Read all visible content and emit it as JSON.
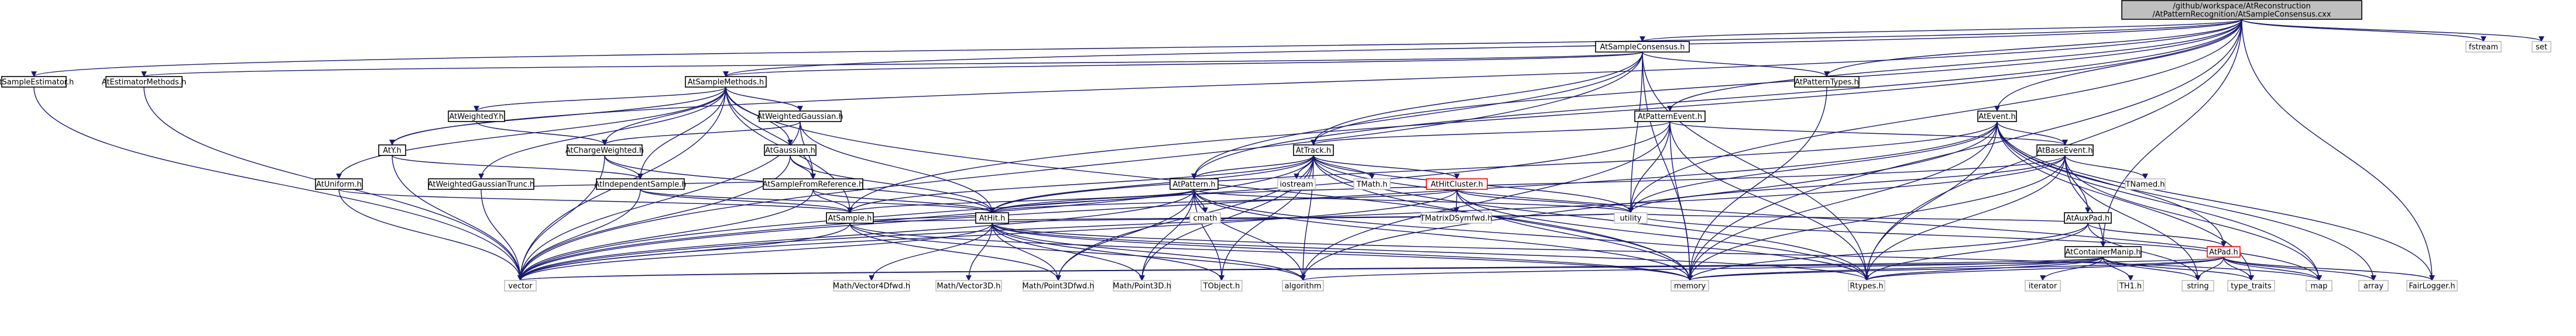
{
  "diagram": {
    "type": "include-dependency-graph",
    "colors": {
      "edge": "#191970",
      "node_border": "#000000",
      "node_fill": "#ffffff",
      "root_fill": "#bfbfbf",
      "highlight_border": "#ff0000",
      "external_border": "#bfbfbf",
      "text": "#000000"
    },
    "nodes": [
      {
        "id": "root",
        "label": "/github/workspace/AtReconstruction\n/AtPatternRecognition/AtSampleConsensus.cxx",
        "style": "root"
      },
      {
        "id": "AtSampleEstimator",
        "label": "AtSampleEstimator.h",
        "style": "normal"
      },
      {
        "id": "AtEstimatorMethods",
        "label": "AtEstimatorMethods.h",
        "style": "normal"
      },
      {
        "id": "AtSampleConsensus",
        "label": "AtSampleConsensus.h",
        "style": "normal"
      },
      {
        "id": "AtSampleMethods",
        "label": "AtSampleMethods.h",
        "style": "normal"
      },
      {
        "id": "AtPatternTypes",
        "label": "AtPatternTypes.h",
        "style": "normal"
      },
      {
        "id": "AtPatternEvent",
        "label": "AtPatternEvent.h",
        "style": "normal"
      },
      {
        "id": "AtEvent",
        "label": "AtEvent.h",
        "style": "normal"
      },
      {
        "id": "fstream",
        "label": "fstream",
        "style": "external"
      },
      {
        "id": "set",
        "label": "set",
        "style": "external"
      },
      {
        "id": "AtWeightedY",
        "label": "AtWeightedY.h",
        "style": "normal"
      },
      {
        "id": "AtWeightedGaussian",
        "label": "AtWeightedGaussian.h",
        "style": "normal"
      },
      {
        "id": "AtY",
        "label": "AtY.h",
        "style": "normal"
      },
      {
        "id": "AtChargeWeighted",
        "label": "AtChargeWeighted.h",
        "style": "normal"
      },
      {
        "id": "AtGaussian",
        "label": "AtGaussian.h",
        "style": "normal"
      },
      {
        "id": "AtTrack",
        "label": "AtTrack.h",
        "style": "normal"
      },
      {
        "id": "AtBaseEvent",
        "label": "AtBaseEvent.h",
        "style": "normal"
      },
      {
        "id": "AtUniform",
        "label": "AtUniform.h",
        "style": "normal"
      },
      {
        "id": "AtWeightedGaussianTrunc",
        "label": "AtWeightedGaussianTrunc.h",
        "style": "normal"
      },
      {
        "id": "AtIndependentSample",
        "label": "AtIndependentSample.h",
        "style": "normal"
      },
      {
        "id": "AtSampleFromReference",
        "label": "AtSampleFromReference.h",
        "style": "normal"
      },
      {
        "id": "AtPattern",
        "label": "AtPattern.h",
        "style": "normal"
      },
      {
        "id": "iostream",
        "label": "iostream",
        "style": "external"
      },
      {
        "id": "TMath",
        "label": "TMath.h",
        "style": "external"
      },
      {
        "id": "AtHitCluster",
        "label": "AtHitCluster.h",
        "style": "highlight"
      },
      {
        "id": "TNamed",
        "label": "TNamed.h",
        "style": "external"
      },
      {
        "id": "AtAuxPad",
        "label": "AtAuxPad.h",
        "style": "normal"
      },
      {
        "id": "cmath",
        "label": "cmath",
        "style": "external"
      },
      {
        "id": "TMatrixDSymfwd",
        "label": "TMatrixDSymfwd.h",
        "style": "external"
      },
      {
        "id": "AtSample",
        "label": "AtSample.h",
        "style": "normal"
      },
      {
        "id": "AtHit",
        "label": "AtHit.h",
        "style": "normal"
      },
      {
        "id": "utility",
        "label": "utility",
        "style": "external"
      },
      {
        "id": "AtContainerManip",
        "label": "AtContainerManip.h",
        "style": "normal"
      },
      {
        "id": "AtPad",
        "label": "AtPad.h",
        "style": "highlight"
      },
      {
        "id": "vector",
        "label": "vector",
        "style": "external"
      },
      {
        "id": "MathVector4D",
        "label": "Math/Vector4Dfwd.h",
        "style": "external"
      },
      {
        "id": "MathVector3D",
        "label": "Math/Vector3D.h",
        "style": "external"
      },
      {
        "id": "MathPoint3Dfwd",
        "label": "Math/Point3Dfwd.h",
        "style": "external"
      },
      {
        "id": "MathPoint3D",
        "label": "Math/Point3D.h",
        "style": "external"
      },
      {
        "id": "TObject",
        "label": "TObject.h",
        "style": "external"
      },
      {
        "id": "algorithm",
        "label": "algorithm",
        "style": "external"
      },
      {
        "id": "memory",
        "label": "memory",
        "style": "external"
      },
      {
        "id": "Rtypes",
        "label": "Rtypes.h",
        "style": "external"
      },
      {
        "id": "iterator",
        "label": "iterator",
        "style": "external"
      },
      {
        "id": "TH1",
        "label": "TH1.h",
        "style": "external"
      },
      {
        "id": "string",
        "label": "string",
        "style": "external"
      },
      {
        "id": "type_traits",
        "label": "type_traits",
        "style": "external"
      },
      {
        "id": "map",
        "label": "map",
        "style": "external"
      },
      {
        "id": "array",
        "label": "array",
        "style": "external"
      },
      {
        "id": "FairLogger",
        "label": "FairLogger.h",
        "style": "external"
      }
    ],
    "edges": [
      [
        "root",
        "AtSampleEstimator"
      ],
      [
        "root",
        "AtSampleConsensus"
      ],
      [
        "root",
        "AtPatternTypes"
      ],
      [
        "root",
        "AtPatternEvent"
      ],
      [
        "root",
        "AtEvent"
      ],
      [
        "root",
        "fstream"
      ],
      [
        "root",
        "set"
      ],
      [
        "root",
        "AtSampleMethods"
      ],
      [
        "root",
        "AtContainerManip"
      ],
      [
        "root",
        "FairLogger"
      ],
      [
        "root",
        "utility"
      ],
      [
        "root",
        "memory"
      ],
      [
        "root",
        "AtY"
      ],
      [
        "root",
        "AtPattern"
      ],
      [
        "root",
        "AtTrack"
      ],
      [
        "root",
        "AtSample"
      ],
      [
        "root",
        "Rtypes"
      ],
      [
        "AtSampleEstimator",
        "vector"
      ],
      [
        "AtEstimatorMethods",
        "vector"
      ],
      [
        "AtSampleConsensus",
        "AtEstimatorMethods"
      ],
      [
        "AtSampleConsensus",
        "AtSampleMethods"
      ],
      [
        "AtSampleConsensus",
        "AtPatternTypes"
      ],
      [
        "AtSampleConsensus",
        "AtTrack"
      ],
      [
        "AtSampleConsensus",
        "AtPattern"
      ],
      [
        "AtSampleConsensus",
        "Rtypes"
      ],
      [
        "AtSampleConsensus",
        "memory"
      ],
      [
        "AtSampleConsensus",
        "utility"
      ],
      [
        "AtSampleConsensus",
        "vector"
      ],
      [
        "AtSampleMethods",
        "AtWeightedY"
      ],
      [
        "AtSampleMethods",
        "AtWeightedGaussian"
      ],
      [
        "AtSampleMethods",
        "AtChargeWeighted"
      ],
      [
        "AtSampleMethods",
        "AtGaussian"
      ],
      [
        "AtSampleMethods",
        "AtUniform"
      ],
      [
        "AtSampleMethods",
        "AtWeightedGaussianTrunc"
      ],
      [
        "AtSampleMethods",
        "AtIndependentSample"
      ],
      [
        "AtSampleMethods",
        "AtSample"
      ],
      [
        "AtSampleMethods",
        "memory"
      ],
      [
        "AtSampleMethods",
        "vector"
      ],
      [
        "AtSampleMethods",
        "AtY"
      ],
      [
        "AtSampleMethods",
        "AtSampleFromReference"
      ],
      [
        "AtPatternTypes",
        "memory"
      ],
      [
        "AtPatternEvent",
        "AtBaseEvent"
      ],
      [
        "AtPatternEvent",
        "AtTrack"
      ],
      [
        "AtPatternEvent",
        "Rtypes"
      ],
      [
        "AtPatternEvent",
        "memory"
      ],
      [
        "AtPatternEvent",
        "utility"
      ],
      [
        "AtPatternEvent",
        "vector"
      ],
      [
        "AtPatternEvent",
        "algorithm"
      ],
      [
        "AtEvent",
        "AtBaseEvent"
      ],
      [
        "AtEvent",
        "AtHit"
      ],
      [
        "AtEvent",
        "AtPad"
      ],
      [
        "AtEvent",
        "Rtypes"
      ],
      [
        "AtEvent",
        "memory"
      ],
      [
        "AtEvent",
        "map"
      ],
      [
        "AtEvent",
        "utility"
      ],
      [
        "AtEvent",
        "vector"
      ],
      [
        "AtEvent",
        "array"
      ],
      [
        "AtEvent",
        "FairLogger"
      ],
      [
        "AtEvent",
        "algorithm"
      ],
      [
        "AtEvent",
        "type_traits"
      ],
      [
        "AtWeightedY",
        "AtChargeWeighted"
      ],
      [
        "AtWeightedGaussian",
        "AtChargeWeighted"
      ],
      [
        "AtWeightedGaussian",
        "AtHit"
      ],
      [
        "AtWeightedGaussian",
        "vector"
      ],
      [
        "AtWeightedGaussian",
        "AtSampleFromReference"
      ],
      [
        "AtY",
        "AtIndependentSample"
      ],
      [
        "AtY",
        "vector"
      ],
      [
        "AtChargeWeighted",
        "AtIndependentSample"
      ],
      [
        "AtChargeWeighted",
        "vector"
      ],
      [
        "AtChargeWeighted",
        "AtHit"
      ],
      [
        "AtGaussian",
        "AtSampleFromReference"
      ],
      [
        "AtGaussian",
        "AtHit"
      ],
      [
        "AtGaussian",
        "vector"
      ],
      [
        "AtTrack",
        "AtPattern"
      ],
      [
        "AtTrack",
        "AtHit"
      ],
      [
        "AtTrack",
        "AtHitCluster"
      ],
      [
        "AtTrack",
        "iostream"
      ],
      [
        "AtTrack",
        "TMath"
      ],
      [
        "AtTrack",
        "Rtypes"
      ],
      [
        "AtTrack",
        "TObject"
      ],
      [
        "AtTrack",
        "memory"
      ],
      [
        "AtTrack",
        "vector"
      ],
      [
        "AtTrack",
        "algorithm"
      ],
      [
        "AtTrack",
        "MathPoint3Dfwd"
      ],
      [
        "AtTrack",
        "MathPoint3D"
      ],
      [
        "AtTrack",
        "utility"
      ],
      [
        "AtTrack",
        "map"
      ],
      [
        "AtTrack",
        "AtSample"
      ],
      [
        "AtBaseEvent",
        "TNamed"
      ],
      [
        "AtBaseEvent",
        "AtAuxPad"
      ],
      [
        "AtBaseEvent",
        "AtContainerManip"
      ],
      [
        "AtBaseEvent",
        "Rtypes"
      ],
      [
        "AtBaseEvent",
        "utility"
      ],
      [
        "AtBaseEvent",
        "memory"
      ],
      [
        "AtBaseEvent",
        "string"
      ],
      [
        "AtBaseEvent",
        "map"
      ],
      [
        "AtBaseEvent",
        "AtHit"
      ],
      [
        "AtBaseEvent",
        "vector"
      ],
      [
        "AtUniform",
        "AtSample"
      ],
      [
        "AtUniform",
        "vector"
      ],
      [
        "AtWeightedGaussianTrunc",
        "AtSampleFromReference"
      ],
      [
        "AtWeightedGaussianTrunc",
        "vector"
      ],
      [
        "AtIndependentSample",
        "AtSample"
      ],
      [
        "AtIndependentSample",
        "vector"
      ],
      [
        "AtIndependentSample",
        "AtHit"
      ],
      [
        "AtSampleFromReference",
        "AtSample"
      ],
      [
        "AtSampleFromReference",
        "AtHit"
      ],
      [
        "AtSampleFromReference",
        "vector"
      ],
      [
        "AtPattern",
        "AtHit"
      ],
      [
        "AtPattern",
        "cmath"
      ],
      [
        "AtPattern",
        "Rtypes"
      ],
      [
        "AtPattern",
        "TObject"
      ],
      [
        "AtPattern",
        "memory"
      ],
      [
        "AtPattern",
        "vector"
      ],
      [
        "AtPattern",
        "MathPoint3D"
      ],
      [
        "AtPattern",
        "MathPoint3Dfwd"
      ],
      [
        "AtPattern",
        "AtSample"
      ],
      [
        "AtPattern",
        "utility"
      ],
      [
        "AtPattern",
        "algorithm"
      ],
      [
        "AtHitCluster",
        "AtHit"
      ],
      [
        "AtHitCluster",
        "TMatrixDSymfwd"
      ],
      [
        "AtHitCluster",
        "Rtypes"
      ],
      [
        "AtHitCluster",
        "memory"
      ],
      [
        "AtHitCluster",
        "utility"
      ],
      [
        "AtHitCluster",
        "vector"
      ],
      [
        "AtAuxPad",
        "AtPad"
      ],
      [
        "AtAuxPad",
        "Rtypes"
      ],
      [
        "AtAuxPad",
        "string"
      ],
      [
        "AtAuxPad",
        "memory"
      ],
      [
        "AtAuxPad",
        "utility"
      ],
      [
        "AtSample",
        "AtHit"
      ],
      [
        "AtSample",
        "vector"
      ],
      [
        "AtSample",
        "memory"
      ],
      [
        "AtSample",
        "utility"
      ],
      [
        "AtSample",
        "MathPoint3Dfwd"
      ],
      [
        "AtSample",
        "algorithm"
      ],
      [
        "AtHit",
        "MathVector4D"
      ],
      [
        "AtHit",
        "MathVector3D"
      ],
      [
        "AtHit",
        "MathPoint3Dfwd"
      ],
      [
        "AtHit",
        "MathPoint3D"
      ],
      [
        "AtHit",
        "TObject"
      ],
      [
        "AtHit",
        "algorithm"
      ],
      [
        "AtHit",
        "memory"
      ],
      [
        "AtHit",
        "Rtypes"
      ],
      [
        "AtHit",
        "utility"
      ],
      [
        "AtHit",
        "vector"
      ],
      [
        "AtHit",
        "map"
      ],
      [
        "AtContainerManip",
        "iterator"
      ],
      [
        "AtContainerManip",
        "TH1"
      ],
      [
        "AtContainerManip",
        "string"
      ],
      [
        "AtContainerManip",
        "type_traits"
      ],
      [
        "AtContainerManip",
        "vector"
      ],
      [
        "AtContainerManip",
        "memory"
      ],
      [
        "AtContainerManip",
        "algorithm"
      ],
      [
        "AtContainerManip",
        "Rtypes"
      ],
      [
        "AtPad",
        "Rtypes"
      ],
      [
        "AtPad",
        "array"
      ],
      [
        "AtPad",
        "map"
      ],
      [
        "AtPad",
        "memory"
      ],
      [
        "AtPad",
        "string"
      ],
      [
        "AtPad",
        "type_traits"
      ],
      [
        "AtPad",
        "vector"
      ],
      [
        "AtPad",
        "FairLogger"
      ],
      [
        "AtPad",
        "utility"
      ]
    ]
  }
}
